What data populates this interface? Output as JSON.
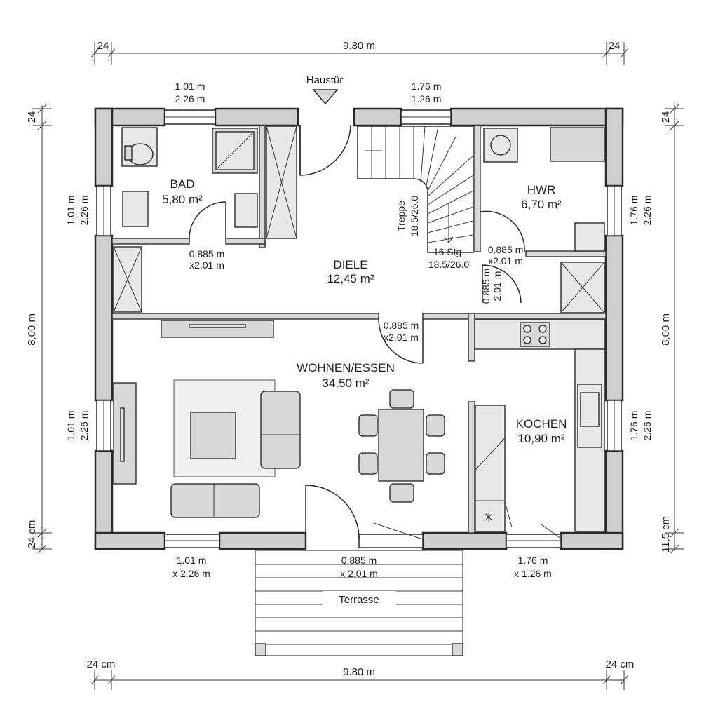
{
  "dimensions": {
    "top_left": "24",
    "top_width": "9.80 m",
    "top_right": "24",
    "left_top": "24",
    "left_height": "8,00 m",
    "left_bottom": "24 cm",
    "right_top": "24",
    "right_height": "8,00 m",
    "right_bottom": "11,5 cm",
    "bottom_left": "24 cm",
    "bottom_width": "9.80 m",
    "bottom_right": "24 cm"
  },
  "entrance": {
    "label": "Haustür"
  },
  "rooms": {
    "bad": {
      "name": "BAD",
      "area": "5,80 m²"
    },
    "hwr": {
      "name": "HWR",
      "area": "6,70 m²"
    },
    "diele": {
      "name": "DIELE",
      "area": "12,45 m²"
    },
    "wohnen": {
      "name": "WOHNEN/ESSEN",
      "area": "34,50 m²"
    },
    "kochen": {
      "name": "KOCHEN",
      "area": "10,90 m²"
    }
  },
  "stairs": {
    "label": "Treppe",
    "ratio": "18.5/26.0",
    "steps": "16 Stg.",
    "steps_ratio": "18.5/26.0"
  },
  "terrace": {
    "label": "Terrasse"
  },
  "windows": {
    "top_bad": [
      "1.01 m",
      "2.26 m"
    ],
    "top_stair": [
      "1.76 m",
      "1.26 m"
    ],
    "left_bad": [
      "1.01 m",
      "2.26 m"
    ],
    "left_living": [
      "1.01 m",
      "2.26 m"
    ],
    "right_hwr": [
      "1.76 m",
      "2.26 m"
    ],
    "right_kitchen": [
      "1.76 m",
      "2.26 m"
    ],
    "bottom_living": [
      "1.01 m",
      "x 2.26 m"
    ],
    "bottom_door": [
      "0.885 m",
      "x 2.01 m"
    ],
    "bottom_kitchen": [
      "1.76 m",
      "x 1.26 m"
    ]
  },
  "doors": {
    "bad": [
      "0.885 m",
      "x2.01 m"
    ],
    "hwr": [
      "0.885 m",
      "x2.01 m"
    ],
    "hwr_vertical": [
      "0.885 m",
      "2.01 m"
    ],
    "living": [
      "0.885 m",
      "x2.01 m"
    ]
  }
}
